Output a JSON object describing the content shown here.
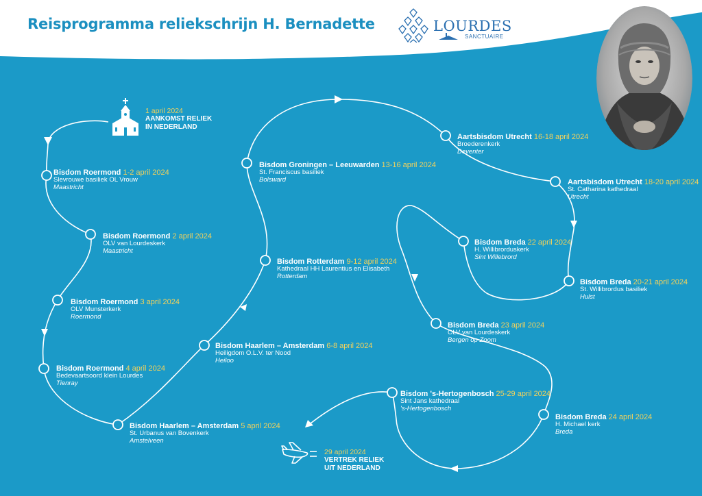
{
  "header": {
    "title": "Reisprogramma reliekschrijn H. Bernadette",
    "logo_text": "LOURDES",
    "logo_subtext": "SANCTUAIRE"
  },
  "colors": {
    "background": "#1b9ac8",
    "title": "#1b8fc0",
    "date": "#f3d25b",
    "text": "#ffffff"
  },
  "arrival": {
    "date": "1 april 2024",
    "line1": "AANKOMST RELIEK",
    "line2": "IN NEDERLAND",
    "icon": "church-icon"
  },
  "departure": {
    "date": "29 april 2024",
    "line1": "VERTREK RELIEK",
    "line2": "UIT NEDERLAND",
    "icon": "airplane-icon"
  },
  "stops": [
    {
      "name": "Bisdom Roermond",
      "date": "1-2 april 2024",
      "church": "Slevrouwe basiliek OL Vrouw",
      "place": "Maastricht"
    },
    {
      "name": "Bisdom Roermond",
      "date": "2 april 2024",
      "church": "OLV van Lourdeskerk",
      "place": "Maastricht"
    },
    {
      "name": "Bisdom Roermond",
      "date": "3 april 2024",
      "church": "OLV Munsterkerk",
      "place": "Roermond"
    },
    {
      "name": "Bisdom Roermond",
      "date": "4 april 2024",
      "church": "Bedevaartsoord klein Lourdes",
      "place": "Tienray"
    },
    {
      "name": "Bisdom Haarlem – Amsterdam",
      "date": "5 april 2024",
      "church": "St. Urbanus van Bovenkerk",
      "place": "Amstelveen"
    },
    {
      "name": "Bisdom Haarlem – Amsterdam",
      "date": "6-8 april 2024",
      "church": "Heiligdom O.L.V. ter Nood",
      "place": "Heiloo"
    },
    {
      "name": "Bisdom Rotterdam",
      "date": "9-12 april 2024",
      "church": "Kathedraal HH Laurentius en Elisabeth",
      "place": "Rotterdam"
    },
    {
      "name": "Bisdom Groningen – Leeuwarden",
      "date": "13-16 april 2024",
      "church": "St. Franciscus basiliek",
      "place": "Bolsward"
    },
    {
      "name": "Aartsbisdom Utrecht",
      "date": "16-18 april 2024",
      "church": "Broederenkerk",
      "place": "Deventer"
    },
    {
      "name": "Aartsbisdom Utrecht",
      "date": "18-20 april 2024",
      "church": "St. Catharina kathedraal",
      "place": "Utrecht"
    },
    {
      "name": "Bisdom Breda",
      "date": "20-21 april 2024",
      "church": "St. Willibrordus basiliek",
      "place": "Hulst"
    },
    {
      "name": "Bisdom Breda",
      "date": "22 april 2024",
      "church": "H. Willibrorduskerk",
      "place": "Sint Willebrord"
    },
    {
      "name": "Bisdom Breda",
      "date": "23 april 2024",
      "church": "OLV van Lourdeskerk",
      "place": "Bergen op Zoom"
    },
    {
      "name": "Bisdom Breda",
      "date": "24 april 2024",
      "church": "H. Michael kerk",
      "place": "Breda"
    },
    {
      "name": "Bisdom 's-Hertogenbosch",
      "date": "25-29 april 2024",
      "church": "Sint Jans kathedraal",
      "place": "'s-Hertogenbosch"
    }
  ]
}
